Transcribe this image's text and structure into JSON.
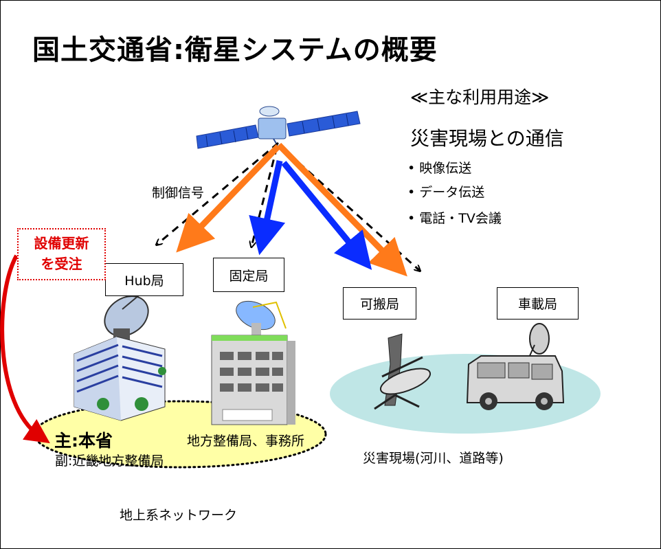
{
  "title": "国土交通省:衛星システムの概要",
  "uses": {
    "heading": "≪主な利用用途≫",
    "subheading": "災害現場との通信",
    "items": [
      "映像伝送",
      "データ伝送",
      "電話・TV会議"
    ]
  },
  "labels": {
    "control_signal": "制御信号",
    "hub": "Hub局",
    "fixed": "固定局",
    "portable": "可搬局",
    "vehicle": "車載局",
    "notice_line1": "設備更新",
    "notice_line2": "を受注",
    "main_office": "主:本省",
    "sub_office": "副:近畿地方整備局",
    "regional": "地方整備局、事務所",
    "disaster_site": "災害現場(河川、道路等)",
    "network": "地上系ネットワーク"
  },
  "colors": {
    "orange_link": "#ff7a1a",
    "blue_link": "#0a2cff",
    "notice_red": "#e00000",
    "ground_yellow": "#ffffa6",
    "disaster_area": "#bfe6e6"
  }
}
